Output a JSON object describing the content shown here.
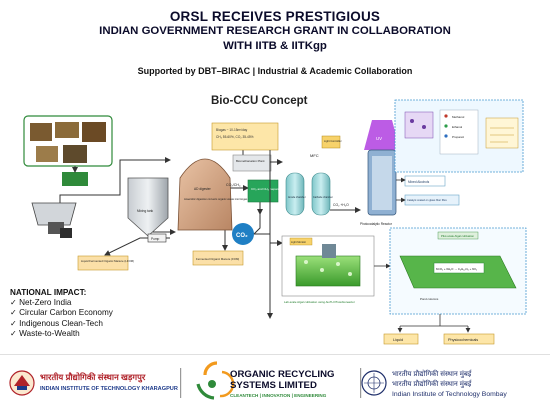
{
  "header": {
    "line1": "ORSL RECEIVES PRESTIGIOUS",
    "line2": "INDIAN GOVERNMENT RESEARCH GRANT IN COLLABORATION",
    "line3": "WITH IITB & IITKgp",
    "subtitle": "Supported by DBT–BIRAC | Industrial & Academic Collaboration"
  },
  "diagram": {
    "title": "Bio-CCU Concept",
    "labels": {
      "mixing_tank": "Mixing tank",
      "digester": "AD digester",
      "digester_note": "Anaerobic digestion converts organic waste into biogas",
      "biogas": "Biogas ~ 10-15m³/day",
      "gas_comp": "CH₄ 55-60%, CO₂ 35-45%",
      "biomethanation": "Biomethanation Plant",
      "separation": "CO₂ and CH₄ Separation Unit",
      "co2_ch4": "CO₂/CH₄",
      "co2": "CO₂",
      "pump": "Pump",
      "lfom": "Liquid Fermented Organic Manure (LFOM)",
      "fom": "Fermented Organic Manure (FOM)",
      "mfc": "MFC",
      "mfc_a": "Anode chamber",
      "mfc_b": "Cathode chamber",
      "light": "Light Controller",
      "uv": "UV",
      "co2_h2o": "CO₂ +H₂O",
      "mixed_alcohols": "Mixed Alcohols",
      "catalyst": "Catalyst coated on glass fiber fibre",
      "reactor": "Photocatalytic Reactor",
      "methanol": "Methanol",
      "ethanol": "Ethanol",
      "propanol": "Propanol",
      "light_monitor": "Light Monitor",
      "lab_scale": "Lab-scale Algal cultivation using AioTH Photobioreactor",
      "pilot_scale": "Pilot-scale Algal cultivation",
      "equation": "6CO₂ + 6H₂O → C₆H₁₂O₆ + 6O₂",
      "pond_cols": "Pond columns",
      "liquid": "Liquid",
      "physicochemicals": "Physicochemicals"
    }
  },
  "impact": {
    "heading": "NATIONAL IMPACT:",
    "items": [
      "✓ Net-Zero India",
      "✓ Circular Carbon   Economy",
      "✓ Indigenous Clean-Tech",
      "✓ Waste-to-Wealth"
    ]
  },
  "footer": {
    "iitkgp_hindi": "भारतीय प्रौद्योगिकी संस्थान खड़गपुर",
    "iitkgp_english": "INDIAN INSTITUTE OF TECHNOLOGY KHARAGPUR",
    "orsl_line1": "ORGANIC RECYCLING",
    "orsl_line2": "SYSTEMS LIMITED",
    "orsl_tag": "CLEANTECH | INNOVATION | ENGINEERING",
    "iitb_hindi1": "भारतीय प्रौद्योगिकी संस्थान मुंबई",
    "iitb_hindi2": "भारतीय प्रौद्योगिकी संस्थान मुंबई",
    "iitb_english": "Indian Institute of Technology Bombay"
  },
  "colors": {
    "navy": "#0b0b2a",
    "orsl_orange": "#f29a1e",
    "orsl_green": "#2f8a3a",
    "iitkgp_red": "#b0232a",
    "iitkgp_blue": "#1d3a8a",
    "iitb_navy": "#1f2f6b"
  }
}
